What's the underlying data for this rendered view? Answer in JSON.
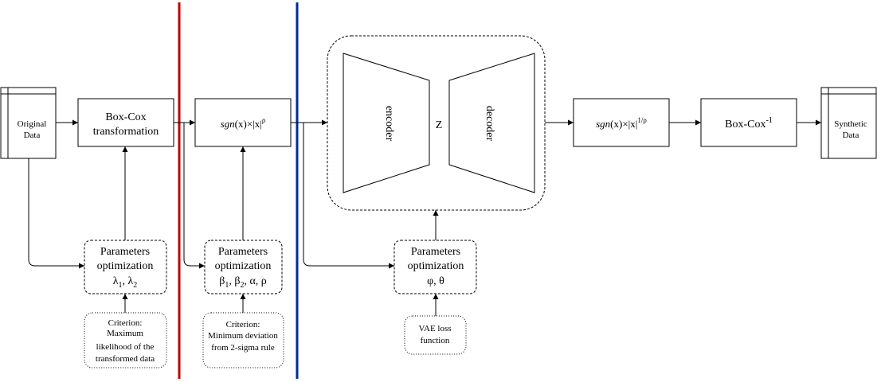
{
  "nodes": {
    "original_data": {
      "line1": "Original",
      "line2": "Data"
    },
    "boxcox": {
      "line1": "Box-Cox",
      "line2": "transformation"
    },
    "power": {
      "fn": "sgn",
      "arg": "(x)×|x|",
      "exp": "ρ"
    },
    "encoder": "encoder",
    "latent": "Z",
    "decoder": "decoder",
    "inv_power": {
      "fn": "sgn",
      "arg": "(x)×|x|",
      "exp": "1/ρ"
    },
    "inv_boxcox": {
      "base": "Box-Cox",
      "exp": "-1"
    },
    "synthetic_data": {
      "line1": "Synthetic",
      "line2": "Data"
    }
  },
  "params": {
    "p1": {
      "line1": "Parameters",
      "line2": "optimization",
      "sym1": "λ",
      "sub1": "1",
      "sep1": ", ",
      "sym2": "λ",
      "sub2": "2"
    },
    "p2": {
      "line1": "Parameters",
      "line2": "optimization",
      "sym1": "β",
      "sub1": "1",
      "sep1": ", ",
      "sym2": "β",
      "sub2": "2",
      "rest": ", α, ρ"
    },
    "p3": {
      "line1": "Parameters",
      "line2": "optimization",
      "line3": "φ, θ"
    }
  },
  "criteria": {
    "c1": [
      "Criterion:",
      "Maximum",
      "likelihood of the",
      "transformed data"
    ],
    "c2": [
      "Criterion:",
      "Minimum deviation",
      "from 2-sigma rule"
    ],
    "c3": [
      "VAE loss",
      "function"
    ]
  },
  "colors": {
    "red_divider": "#c00000",
    "blue_divider": "#002a9f",
    "stroke": "#000000"
  }
}
